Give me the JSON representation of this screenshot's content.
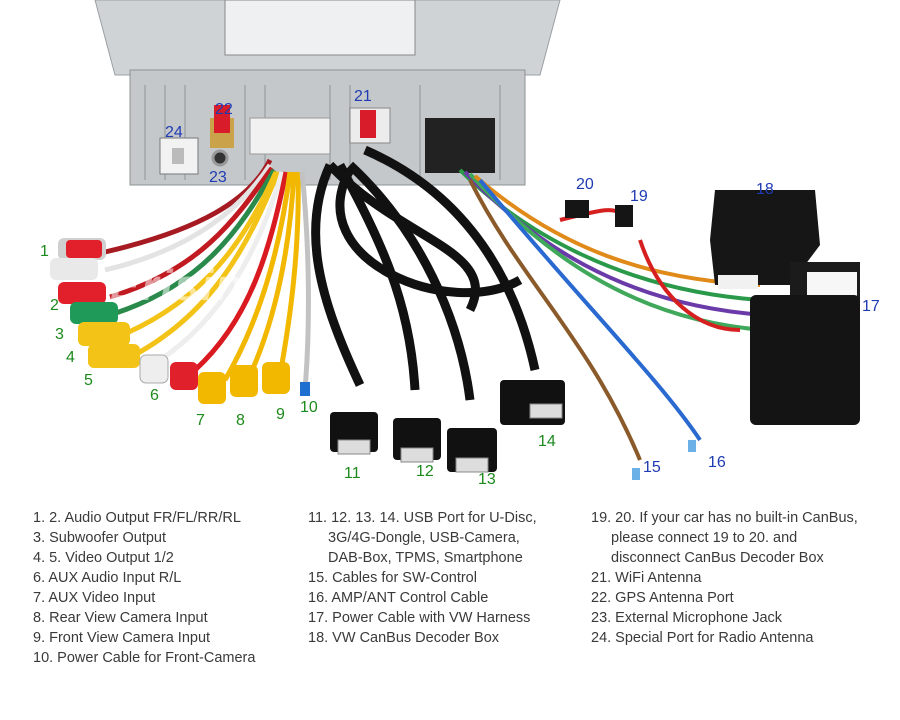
{
  "colors": {
    "green_label": "#1d8a1d",
    "blue_label": "#1f3bb3",
    "legend_text": "#3a3a3a"
  },
  "callouts": {
    "c1": "1",
    "c2": "2",
    "c3": "3",
    "c4": "4",
    "c5": "5",
    "c6": "6",
    "c7": "7",
    "c8": "8",
    "c9": "9",
    "c10": "10",
    "c11": "11",
    "c12": "12",
    "c13": "13",
    "c14": "14",
    "c15": "15",
    "c16": "16",
    "c17": "17",
    "c18": "18",
    "c19": "19",
    "c20": "20",
    "c21": "21",
    "c22": "22",
    "c23": "23",
    "c24": "24"
  },
  "watermark": "Erisin",
  "legend": {
    "col1": [
      "1. 2. Audio Output FR/FL/RR/RL",
      "3. Subwoofer Output",
      "4. 5. Video Output 1/2",
      "6. AUX Audio Input R/L",
      "7. AUX Video Input",
      "8. Rear View Camera Input",
      "9. Front View Camera Input",
      "10. Power Cable for Front-Camera"
    ],
    "col2": [
      "11. 12. 13. 14. USB Port for U-Disc,",
      "3G/4G-Dongle, USB-Camera,",
      "DAB-Box, TPMS, Smartphone",
      "15. Cables for SW-Control",
      "16. AMP/ANT Control Cable",
      "17. Power Cable with VW Harness",
      "18. VW CanBus Decoder Box"
    ],
    "col3": [
      "19. 20. If your car has no built-in CanBus,",
      "please connect 19 to 20. and",
      "disconnect CanBus Decoder Box",
      "21. WiFi Antenna",
      "22. GPS Antenna Port",
      "23. External Microphone Jack",
      "24. Special Port for Radio Antenna"
    ]
  }
}
